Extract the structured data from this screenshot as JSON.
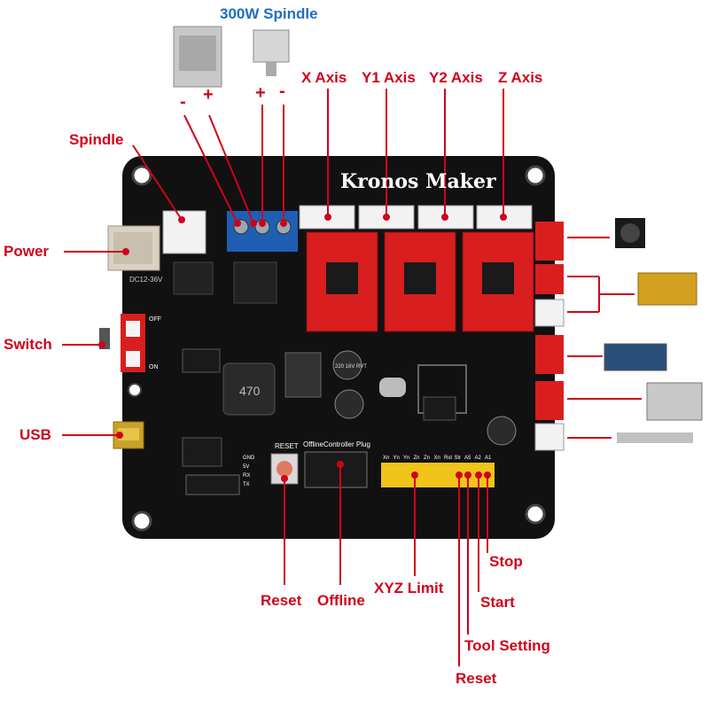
{
  "header": {
    "spindle_title": "300W Spindle"
  },
  "polarity": {
    "psu_minus": "-",
    "psu_plus": "+",
    "spindle_plus": "+",
    "spindle_minus": "-"
  },
  "top_labels": {
    "x_axis": "X Axis",
    "y1_axis": "Y1 Axis",
    "y2_axis": "Y2 Axis",
    "z_axis": "Z Axis"
  },
  "left_labels": {
    "spindle": "Spindle",
    "power": "Power",
    "switch": "Switch",
    "usb": "USB"
  },
  "bottom_labels": {
    "reset_button": "Reset",
    "offline": "Offline",
    "xyz_limit": "XYZ Limit",
    "stop": "Stop",
    "start": "Start",
    "tool_setting": "Tool Setting",
    "reset_pin": "Reset"
  },
  "board": {
    "brand": "Kronos Maker",
    "inductor_code": "470",
    "power_label": "DC12-36V",
    "reset_silk": "RESET",
    "offline_silk": "OfflineController Plug",
    "cap_text": "220 16V RVT",
    "limit_pins": [
      "Xn",
      "Yn",
      "Yn",
      "Zn",
      "Zn",
      "Xn",
      "Rst",
      "Str",
      "A5",
      "A2",
      "A1"
    ],
    "switch_on": "ON",
    "switch_off": "OFF",
    "uart_pins": [
      "GND",
      "5V",
      "RX",
      "TX"
    ]
  },
  "colors": {
    "label_red": "#d0021b",
    "title_blue": "#1f6fbf",
    "board": "#111111",
    "driver_red": "#d81e1e",
    "terminal_blue": "#1e5fb4",
    "connector_white": "#f2f2f2",
    "pin_yellow": "#f0c419"
  }
}
